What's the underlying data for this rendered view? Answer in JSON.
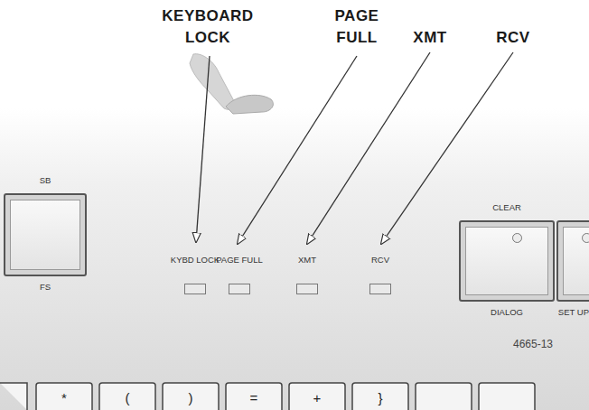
{
  "diagram": {
    "nodes": [
      {
        "text": [
          "SB",
          "FS"
        ]
      },
      {
        "text": [
          "KYBD LOCK"
        ]
      },
      {
        "text": [
          "PAGE FULL"
        ]
      },
      {
        "text": [
          "XMT"
        ]
      },
      {
        "text": [
          "RCV"
        ]
      },
      {
        "text": [
          "CLEAR",
          "DIALOG"
        ]
      },
      {
        "text": [
          "SET UP"
        ]
      }
    ],
    "labels": [
      "KEYBOARD LOCK",
      "PAGE FULL",
      "XMT",
      "RCV",
      "4665-13",
      "*",
      "(",
      ")",
      "=",
      "+",
      "}"
    ]
  }
}
